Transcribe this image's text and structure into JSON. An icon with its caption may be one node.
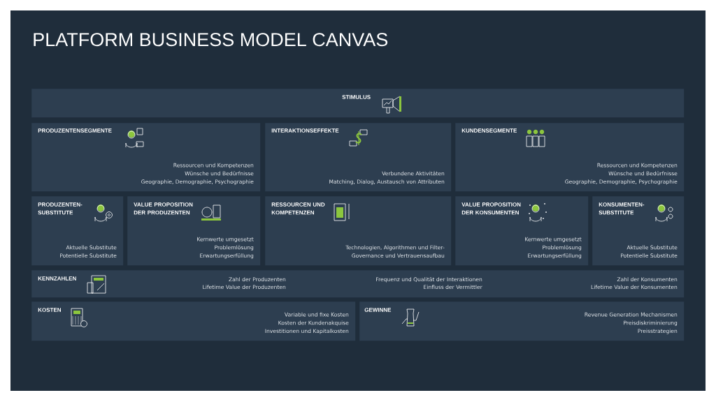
{
  "diagram": {
    "title": "PLATFORM BUSINESS MODEL CANVAS",
    "nodes": [
      {
        "text": [
          "STIMULUS"
        ]
      },
      {
        "text": [
          "PRODUZENTENSEGMENTE",
          "Ressourcen und Kompetenzen",
          "Wünsche und Bedürfnisse",
          "Geographie, Demographie, Psychographie"
        ]
      },
      {
        "text": [
          "INTERAKTIONSEFFEKTE",
          "Verbundene Aktivitäten",
          "Matching, Dialog, Austausch von Attributen"
        ]
      },
      {
        "text": [
          "KUNDENSEGMENTE",
          "Ressourcen und Kompetenzen",
          "Wünsche und Bedürfnisse",
          "Geographie, Demographie, Psychographie"
        ]
      },
      {
        "text": [
          "PRODUZENTEN-SUBSTITUTE",
          "Aktuelle Substitute",
          "Potentielle Substitute"
        ]
      },
      {
        "text": [
          "VALUE PROPOSITION DER PRODUZENTEN",
          "Kernwerte umgesetzt",
          "Problemlösung",
          "Erwartungserfüllung"
        ]
      },
      {
        "text": [
          "RESSOURCEN UND KOMPETENZEN",
          "Technologien, Algorithmen und Filter-",
          "Governance und Vertrauensaufbau"
        ]
      },
      {
        "text": [
          "VALUE PROPOSITION DER KONSUMENTEN",
          "Kernwerte umgesetzt",
          "Problemlösung",
          "Erwartungserfüllung"
        ]
      },
      {
        "text": [
          "KONSUMENTEN-SUBSTITUTE",
          "Aktuelle Substitute",
          "Potentielle Substitute"
        ]
      },
      {
        "text": [
          "KENNZAHLEN",
          "Zahl der Produzenten",
          "Lifetime Value der Produzenten",
          "Frequenz und Qualität der Interaktionen",
          "Einfluss der Vermittler",
          "Zahl der Konsumenten",
          "Lifetime Value der Konsumenten"
        ]
      },
      {
        "text": [
          "KOSTEN",
          "Variable und fixe Kosten",
          "Kosten der Kundenakquise",
          "Investitionen und Kapitalkosten"
        ]
      },
      {
        "text": [
          "GEWINNE",
          "Revenue Generation Mechanismen",
          "Preisdiskriminierung",
          "Preisstrategien"
        ]
      }
    ]
  }
}
